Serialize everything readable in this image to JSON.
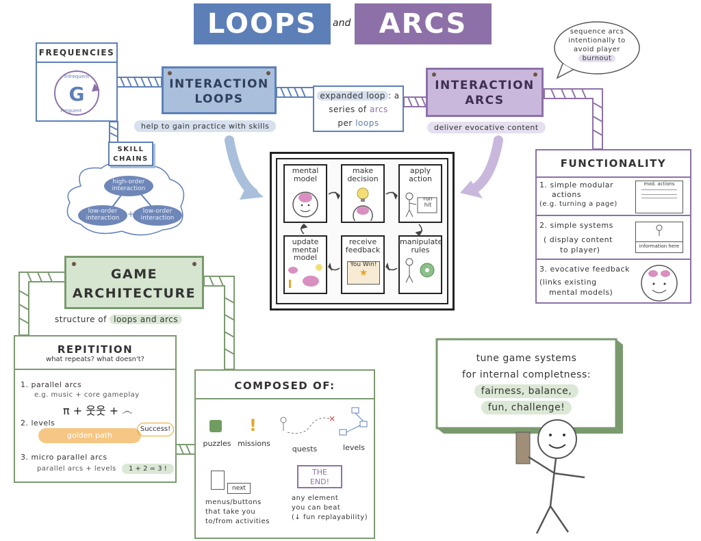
{
  "title": {
    "loops": "LOOPS",
    "and": "and",
    "arcs": "ARCS"
  },
  "frequencies": {
    "title": "FREQUENCIES",
    "infrequent": "Infrequent",
    "frequent": "Frequent",
    "logo": "G"
  },
  "interaction_loops": {
    "title_line1": "INTERACTION",
    "title_line2": "LOOPS",
    "caption": "help to gain practice with skills"
  },
  "expanded_loop": {
    "prefix": "expanded loop",
    "line1_rest": ": a",
    "line2a": "series of",
    "line2b": "arcs",
    "line3a": "per",
    "line3b": "loops"
  },
  "interaction_arcs": {
    "title_line1": "INTERACTION",
    "title_line2": "ARCS",
    "caption": "deliver evocative content"
  },
  "speech_bubble": {
    "line1": "sequence arcs",
    "line2": "intentionally to",
    "line3": "avoid player",
    "line4": "burnout"
  },
  "skill_chains": {
    "title_line1": "SKILL",
    "title_line2": "CHAINS",
    "high": "high-order interaction",
    "low_left": "low-order interaction",
    "plus": "+",
    "low_right": "low-order interaction"
  },
  "loop_frame": {
    "mental_model": "mental model",
    "make_decision": "make decision",
    "apply_action": "apply action",
    "run_hit": "run hit",
    "manipulate_rules": "manipulate rules",
    "receive_feedback": "receive feedback",
    "you_win": "You Win!",
    "update_model": "update mental model"
  },
  "functionality": {
    "title": "FUNCTIONALITY",
    "items": [
      {
        "num": "1.",
        "line1": "simple modular",
        "line2": "actions",
        "line3": "(e.g. turning a page)",
        "thumb": "mod. actions"
      },
      {
        "num": "2.",
        "line1": "simple systems",
        "line2": "( display content",
        "line3": "to player)",
        "thumb": "information here"
      },
      {
        "num": "3.",
        "line1": "evocative feedback",
        "line2": "(links existing",
        "line3": "mental models)"
      }
    ]
  },
  "game_architecture": {
    "title_line1": "GAME",
    "title_line2": "ARCHITECTURE",
    "caption_a": "structure of",
    "caption_b": "loops and arcs"
  },
  "repetition": {
    "title": "REPITITION",
    "subtitle": "what repeats? what doesn't?",
    "item1": "parallel arcs",
    "item1_eg": "e.g. music + core gameplay",
    "item1_num": "1.",
    "symbols": "π + 웃웃 + ෴",
    "item2_num": "2.",
    "item2": "levels",
    "golden_path": "golden path",
    "success": "Success!",
    "item3_num": "3.",
    "item3": "micro parallel arcs",
    "item3_sub": "parallel arcs + levels",
    "equation": "1 + 2 = 3 !"
  },
  "composed_of": {
    "title": "COMPOSED OF:",
    "puzzles": "puzzles",
    "missions": "missions",
    "quests": "quests",
    "levels": "levels",
    "next": "next",
    "menus_line1": "menus/buttons",
    "menus_line2": "that take you",
    "menus_line3": "to/from activities",
    "the_end_line1": "THE",
    "the_end_line2": "END!",
    "beat_line1": "any element",
    "beat_line2": "you can beat",
    "beat_line3": "(↓ fun replayability)"
  },
  "tune_sign": {
    "line1": "tune game systems",
    "line2": "for internal completness:",
    "line3": "fairness, balance,",
    "line4": "fun, challenge!"
  },
  "colors": {
    "blue": "#5d7fb8",
    "purple": "#8e70a8",
    "green": "#7a9a6e",
    "light_blue": "#a9bfdb",
    "light_purple": "#c9b8dc",
    "light_green": "#d5e5cf"
  }
}
